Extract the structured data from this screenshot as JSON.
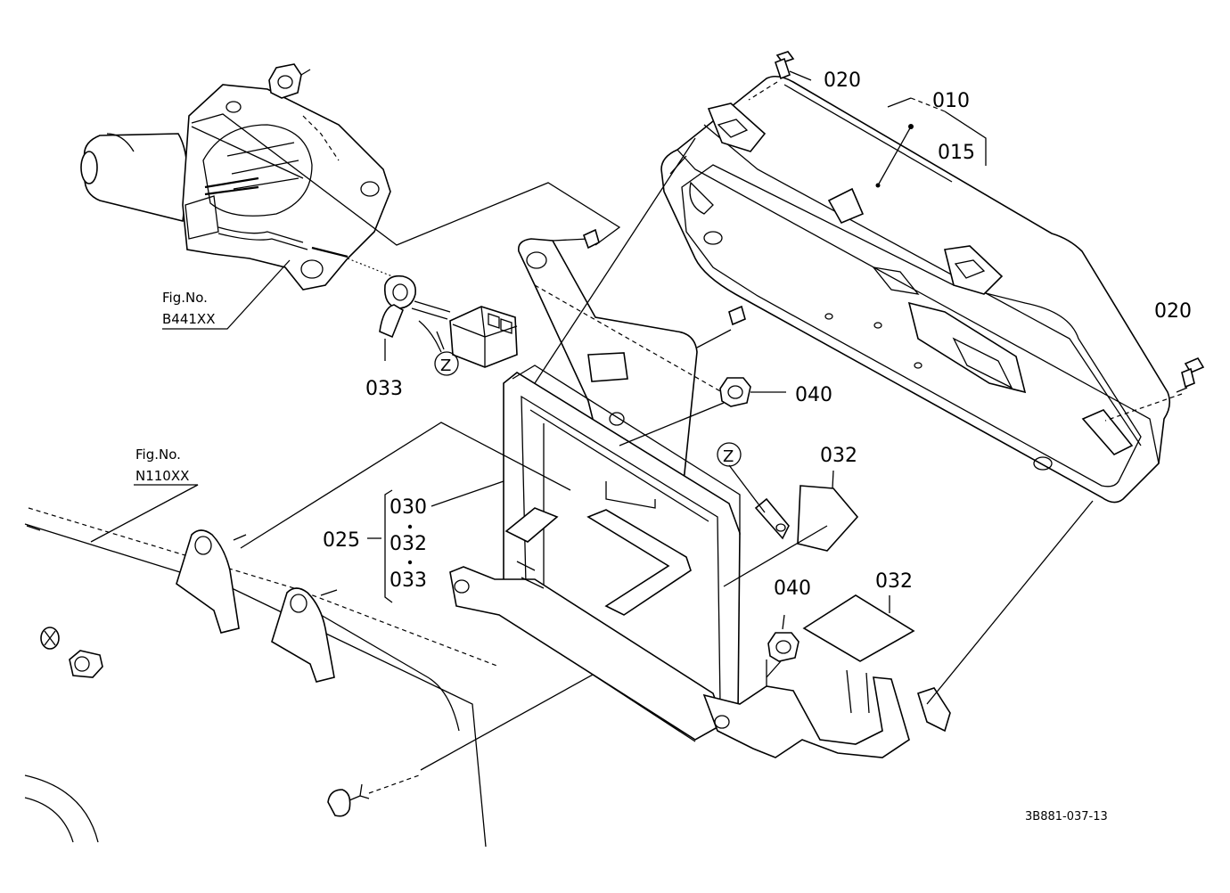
{
  "labels": {
    "p010": "010",
    "p015": "015",
    "p020a": "020",
    "p020b": "020",
    "p025": "025",
    "p030": "030",
    "p032a": "032",
    "p032b": "032",
    "p032c": "032",
    "p033a": "033",
    "p033b": "033",
    "p040a": "040",
    "p040b": "040",
    "zA": "Z",
    "zB": "Z"
  },
  "references": {
    "ref1_line1": "Fig.No.",
    "ref1_line2": "B441XX",
    "ref2_line1": "Fig.No.",
    "ref2_line2": "N110XX"
  },
  "drawing_code": "3B881-037-13"
}
